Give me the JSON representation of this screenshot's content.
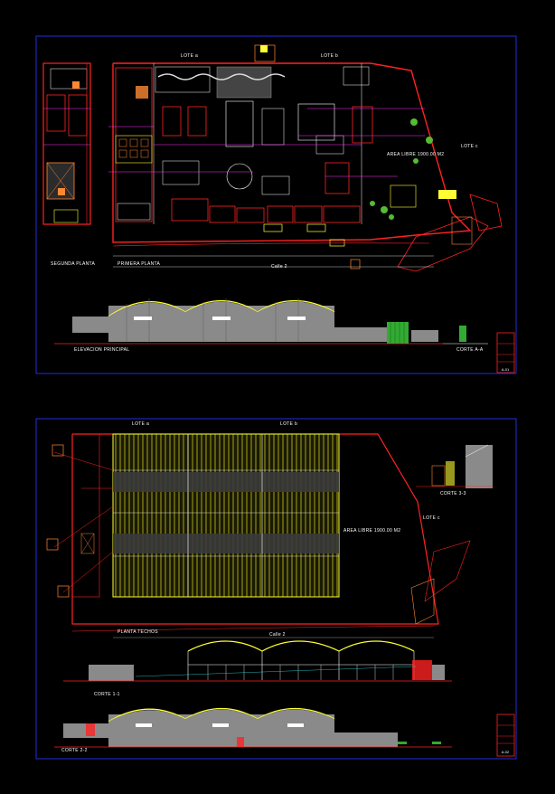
{
  "sheet1": {
    "labels": {
      "lote_a": "LOTE a",
      "lote_b": "LOTE b",
      "lote_c": "LOTE c",
      "segunda_planta": "SEGUNDA PLANTA",
      "primera_planta": "PRIMERA PLANTA",
      "calle": "Calle 2",
      "area_libre": "AREA LIBRE 1900.00 M2",
      "elevacion": "ELEVACION PRINCIPAL",
      "corte_aa": "CORTE A-A"
    }
  },
  "sheet2": {
    "labels": {
      "lote_a": "LOTE a",
      "lote_b": "LOTE b",
      "lote_c": "LOTE c",
      "corte_33": "CORTE 3-3",
      "area_libre": "AREA LIBRE 1900.00 M2",
      "planta_techos": "PLANTA TECHOS",
      "calle": "Calle 2",
      "corte_11": "CORTE 1-1",
      "corte_22": "CORTE 2-2"
    }
  },
  "colors": {
    "frame": "#1f2fd8",
    "wall": "#ff2222",
    "roof": "#ffff33",
    "line_white": "#ffffff",
    "green": "#22dd22",
    "magenta": "#ff33ff",
    "grey": "#8a8a8a",
    "cyan": "#33dddd"
  }
}
